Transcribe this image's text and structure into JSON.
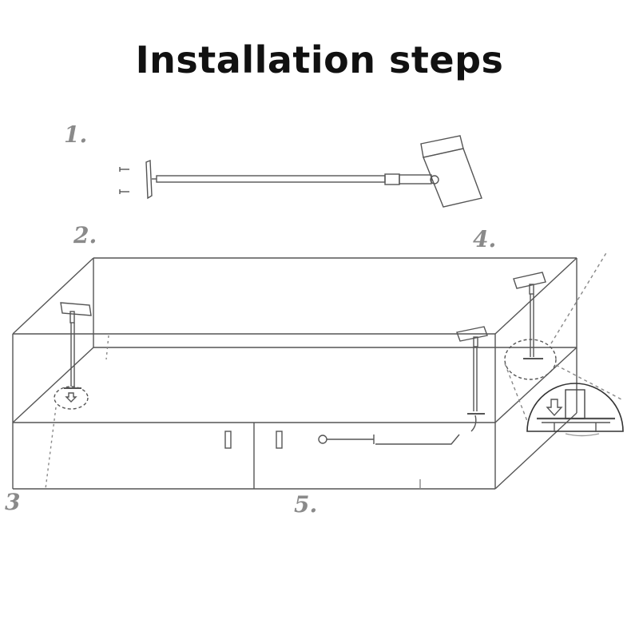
{
  "title": "Installation steps",
  "steps": [
    {
      "label": "1."
    },
    {
      "label": "2."
    },
    {
      "label": "3"
    },
    {
      "label": "4."
    },
    {
      "label": "5."
    }
  ],
  "colors": {
    "line": "#555555",
    "title": "#111111",
    "step": "#8a8a8a"
  }
}
